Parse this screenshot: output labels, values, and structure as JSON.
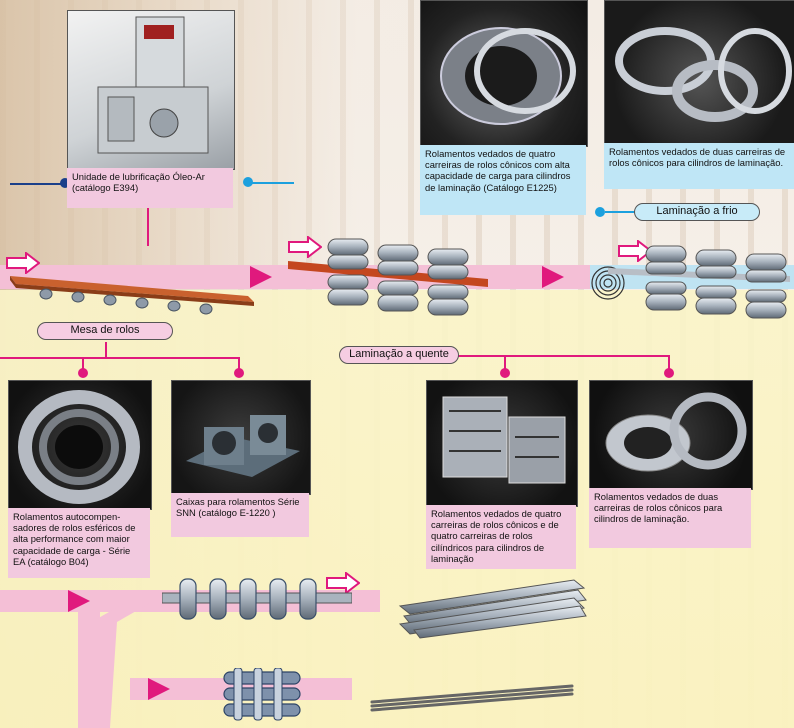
{
  "captions": {
    "oleo_ar": "Unidade de lubrificação Óleo-Ar (catálogo E394)",
    "four_row_sealed": "Rolamentos vedados de quatro carreiras de rolos cônicos com alta capacidade de carga para cilindros de laminação (Catálogo E1225)",
    "two_row_sealed_top": "Rolamentos vedados de duas carreiras de rolos cônicos para cilindros de laminação.",
    "spherical": "Rolamentos autocompen-sadores de rolos esféricos de alta performance com maior capacidade de carga - Série EA (catálogo B04)",
    "snn_housing": "Caixas para rolamentos Série SNN (catálogo E-1220 )",
    "four_row_combo": "Rolamentos vedados de quatro carreiras de rolos cônicos e de quatro carreiras de rolos cilíndricos para cilindros de laminação",
    "two_row_sealed_bottom": "Rolamentos vedados de duas carreiras de rolos cônicos para cilindros de laminação."
  },
  "labels": {
    "cold_rolling": "Laminação a frio",
    "roller_table": "Mesa de rolos",
    "hot_rolling": "Laminação a quente"
  },
  "colors": {
    "magenta": "#e0197d",
    "pink_band": "#f4bfd6",
    "blue_band": "#bfe3f2",
    "cyan": "#1ca0de",
    "navy": "#1a3f8a"
  }
}
